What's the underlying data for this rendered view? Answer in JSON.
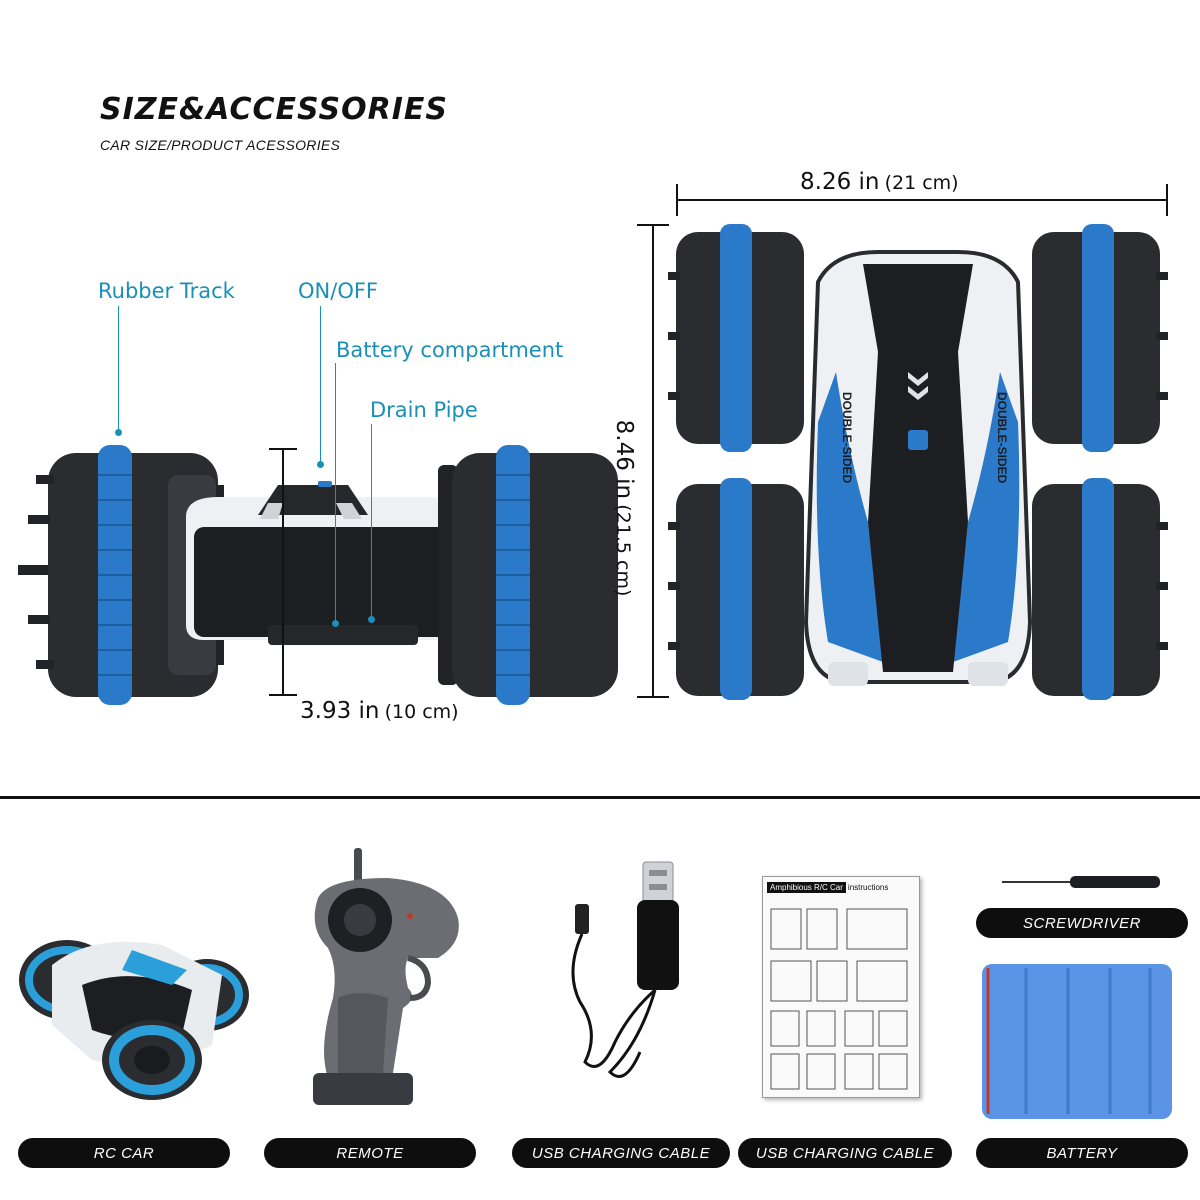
{
  "header": {
    "title": "SIZE&ACCESSORIES",
    "subtitle": "CAR SIZE/PRODUCT ACESSORIES"
  },
  "callouts": {
    "rubber_track": "Rubber Track",
    "on_off": "ON/OFF",
    "battery_compartment": "Battery compartment",
    "drain_pipe": "Drain Pipe"
  },
  "dimensions": {
    "width": {
      "inches": "8.26 in",
      "cm": "(21 cm)"
    },
    "length": {
      "inches": "8.46 in",
      "cm": "(21.5 cm)"
    },
    "height": {
      "inches": "3.93 in",
      "cm": "(10 cm)"
    }
  },
  "car_body_text": "DOUBLE-SIDED",
  "manual": {
    "heading": "Amphibious R/C Car",
    "heading_suffix": "instructions"
  },
  "accessories": {
    "rc_car": "RC CAR",
    "remote": "REMOTE",
    "usb_cable_1": "USB CHARGING CABLE",
    "usb_cable_2": "USB CHARGING CABLE",
    "screwdriver": "SCREWDRIVER",
    "battery": "BATTERY"
  },
  "colors": {
    "accent_blue": "#1a8fb8",
    "track_blue": "#2b79c9",
    "tire_dark": "#2e2f33",
    "battery_blue": "#5b93e6"
  }
}
